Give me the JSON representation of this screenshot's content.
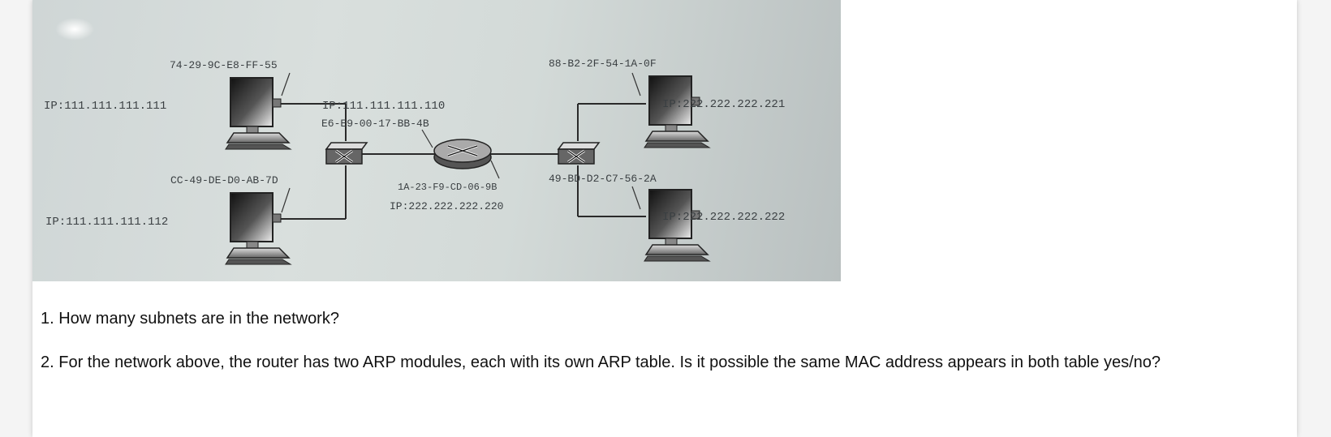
{
  "diagram": {
    "left_subnet": {
      "host_top": {
        "mac": "74-29-9C-E8-FF-55",
        "ip": "IP:111.111.111.111"
      },
      "host_bottom": {
        "mac": "CC-49-DE-D0-AB-7D",
        "ip": "IP:111.111.111.112"
      }
    },
    "router": {
      "left_interface": {
        "ip": "IP:111.111.111.110",
        "mac": "E6-E9-00-17-BB-4B"
      },
      "right_interface": {
        "mac": "1A-23-F9-CD-06-9B",
        "ip": "IP:222.222.222.220"
      }
    },
    "right_subnet": {
      "host_top": {
        "mac": "88-B2-2F-54-1A-0F",
        "ip": "IP:222.222.222.221"
      },
      "host_bottom": {
        "mac": "49-BD-D2-C7-56-2A",
        "ip": "IP:222.222.222.222"
      }
    }
  },
  "questions": {
    "q1": "1. How many subnets are in the network?",
    "q2": "2. For the network above, the router has two ARP modules, each with its own ARP table. Is it possible the same MAC address appears in both table yes/no?"
  }
}
